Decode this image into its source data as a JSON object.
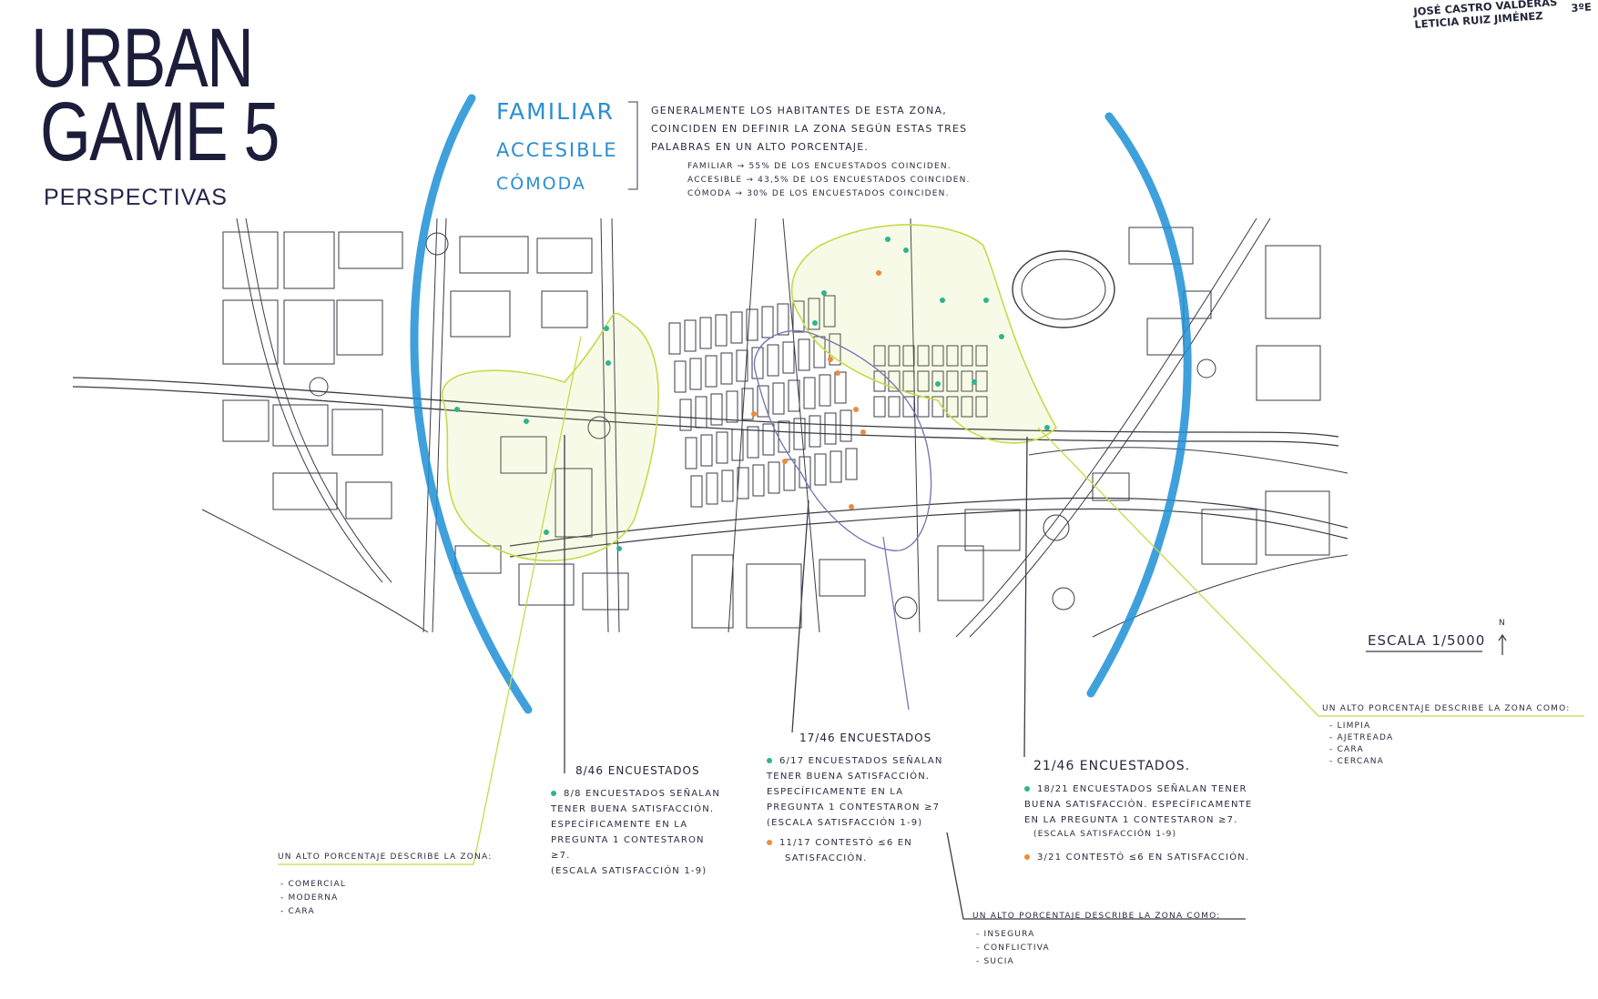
{
  "colors": {
    "blue_arc": "#1d8fd6",
    "yellow": "#c8d94a",
    "green_dot": "#2bb58f",
    "orange_dot": "#ef8a3a",
    "purple": "#7a78b3",
    "ink": "#1d1f33"
  },
  "authors": [
    "JOSÉ CASTRO VALDERAS",
    "LETICIA RUIZ JIMÉNEZ",
    "3ºE"
  ],
  "title": {
    "line1": "URBAN",
    "line2": "GAME 5",
    "subtitle": "PERSPECTIVAS"
  },
  "keywords": [
    "FAMILIAR",
    "ACCESIBLE",
    "CÓMODA"
  ],
  "intro": {
    "lines": [
      "GENERALMENTE LOS HABITANTES DE ESTA ZONA,",
      "COINCIDEN EN DEFINIR LA ZONA SEGÚN ESTAS TRES",
      "PALABRAS EN UN ALTO PORCENTAJE."
    ],
    "stats": [
      "FAMILIAR → 55% DE LOS ENCUESTADOS COINCIDEN.",
      "ACCESIBLE → 43,5% DE LOS ENCUESTADOS COINCIDEN.",
      "CÓMODA → 30% DE LOS ENCUESTADOS COINCIDEN."
    ]
  },
  "scale": {
    "label": "ESCALA 1/5000",
    "north": "N"
  },
  "zone_a": {
    "count": "8/46 ENCUESTADOS",
    "green": [
      "8/8 ENCUESTADOS SEÑALAN",
      "TENER BUENA SATISFACCIÓN.",
      "ESPECÍFICAMENTE EN LA",
      "PREGUNTA 1 CONTESTARON",
      "≥7.",
      "(ESCALA SATISFACCIÓN 1-9)"
    ],
    "describe": "UN ALTO PORCENTAJE DESCRIBE LA ZONA:",
    "words": [
      "COMERCIAL",
      "MODERNA",
      "CARA"
    ]
  },
  "zone_b": {
    "count": "17/46 ENCUESTADOS",
    "green": [
      "6/17 ENCUESTADOS SEÑALAN",
      "TENER BUENA SATISFACCIÓN.",
      "ESPECÍFICAMENTE EN LA",
      "PREGUNTA 1 CONTESTARON ≥7",
      "(ESCALA SATISFACCIÓN 1-9)"
    ],
    "orange": [
      "11/17 CONTESTÓ ≤6 EN",
      "SATISFACCIÓN."
    ],
    "describe": "UN ALTO PORCENTAJE DESCRIBE LA ZONA COMO:",
    "words": [
      "INSEGURA",
      "CONFLICTIVA",
      "SUCIA"
    ]
  },
  "zone_c": {
    "count": "21/46 ENCUESTADOS.",
    "green": [
      "18/21 ENCUESTADOS SEÑALAN TENER",
      "BUENA SATISFACCIÓN. ESPECÍFICAMENTE",
      "EN LA PREGUNTA 1 CONTESTARON ≥7.",
      "(ESCALA SATISFACCIÓN 1-9)"
    ],
    "orange": [
      "3/21 CONTESTÓ ≤6 EN SATISFACCIÓN."
    ],
    "describe": "UN ALTO PORCENTAJE DESCRIBE LA ZONA COMO:",
    "words": [
      "LIMPIA",
      "AJETREADA",
      "CARA",
      "CERCANA"
    ]
  }
}
